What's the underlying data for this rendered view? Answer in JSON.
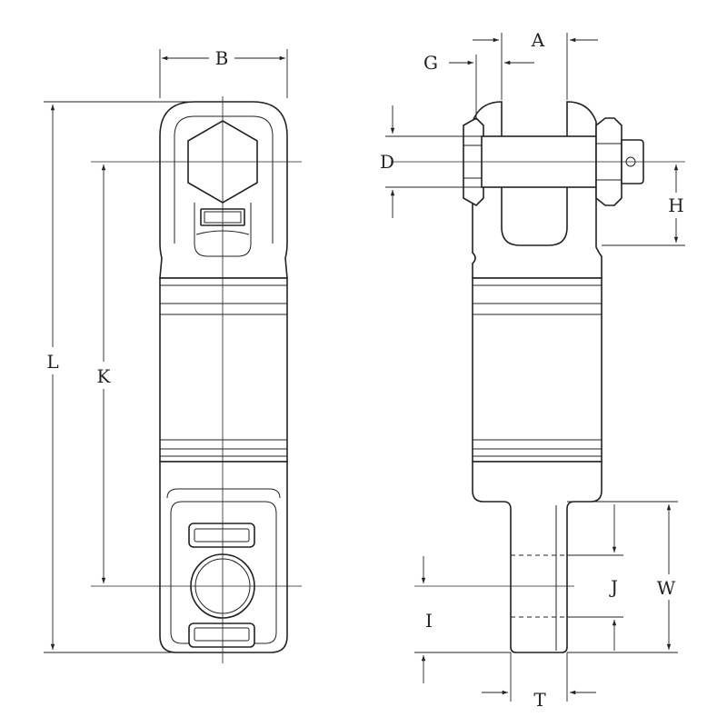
{
  "figure": {
    "labels": {
      "A": "A",
      "B": "B",
      "D": "D",
      "G": "G",
      "H": "H",
      "I": "I",
      "J": "J",
      "K": "K",
      "L": "L",
      "T": "T",
      "W": "W"
    }
  }
}
